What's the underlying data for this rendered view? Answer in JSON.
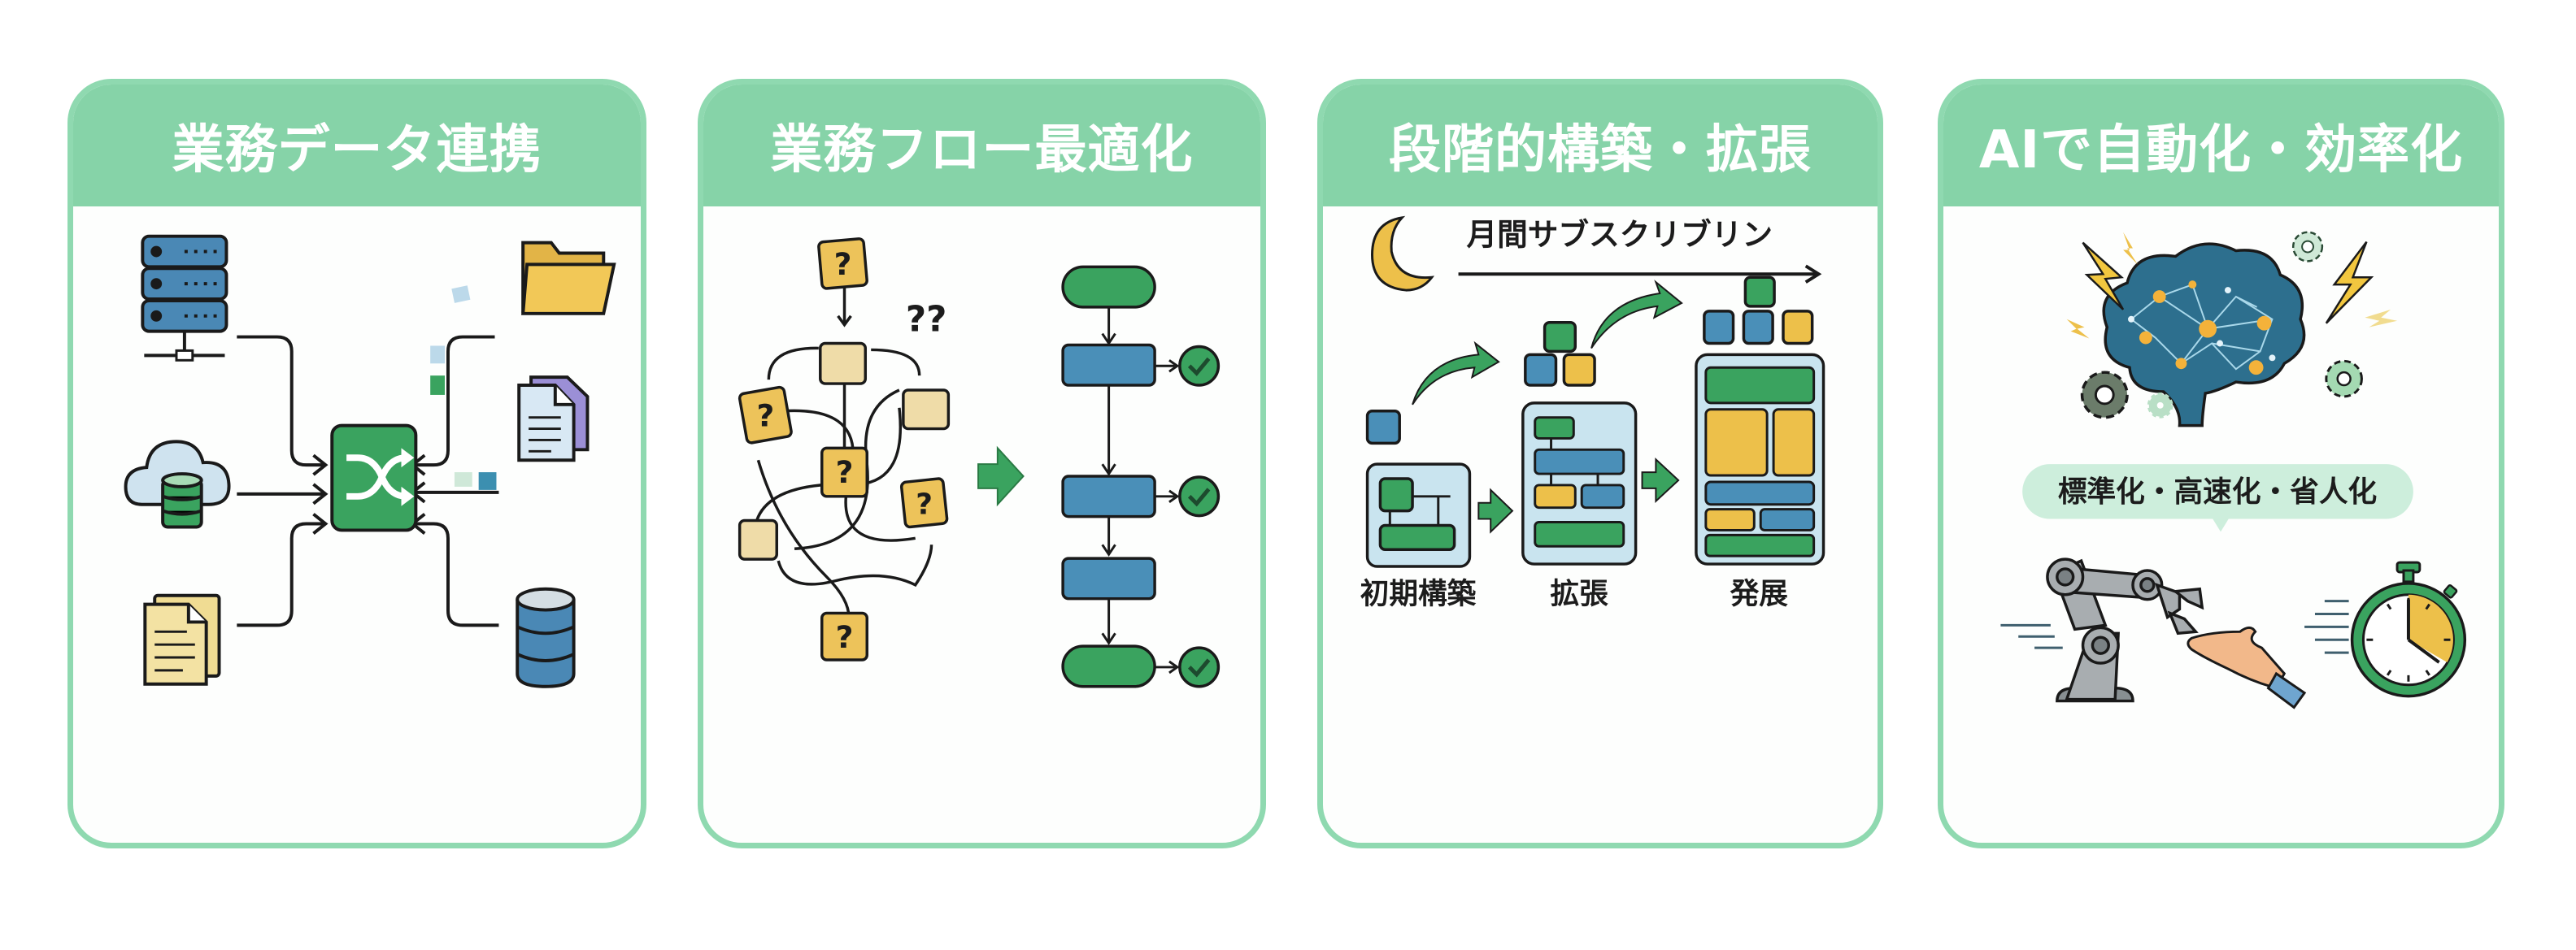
{
  "panels": [
    {
      "title": "業務データ連携",
      "illustration": "data-integration",
      "icons": [
        "server-icon",
        "cloud-database-icon",
        "documents-icon",
        "shuffle-hub-icon",
        "folder-icon",
        "file-icon",
        "database-icon"
      ]
    },
    {
      "title": "業務フロー最適化",
      "illustration": "flow-optimization",
      "question_mark": "?",
      "big_question_marks": "??",
      "icons": [
        "messy-flowchart",
        "right-arrow-icon",
        "clean-flowchart",
        "check-circle-icon"
      ]
    },
    {
      "title": "段階的構築・拡張",
      "illustration": "phased-build",
      "timeline_label": "月間サブスクリブリン",
      "stages": [
        "初期構築",
        "拡張",
        "発展"
      ],
      "icons": [
        "moon-icon",
        "timeline-arrow",
        "growth-arrow-icon",
        "module-block-icon"
      ]
    },
    {
      "title": "AIで自動化・効率化",
      "illustration": "ai-automation",
      "bubble_text": "標準化・高速化・省人化",
      "icons": [
        "brain-network-icon",
        "lightning-icon",
        "gear-icon",
        "robot-arm-icon",
        "hand-icon",
        "stopwatch-icon"
      ]
    }
  ],
  "colors": {
    "header_green": "#86d3a8",
    "border_green": "#8fd9b0",
    "accent_green": "#3a9d5a",
    "accent_blue": "#4a8fb8",
    "accent_yellow": "#edc04a",
    "light_yellow": "#ecd9a2",
    "bubble_green": "#cdeedc"
  }
}
